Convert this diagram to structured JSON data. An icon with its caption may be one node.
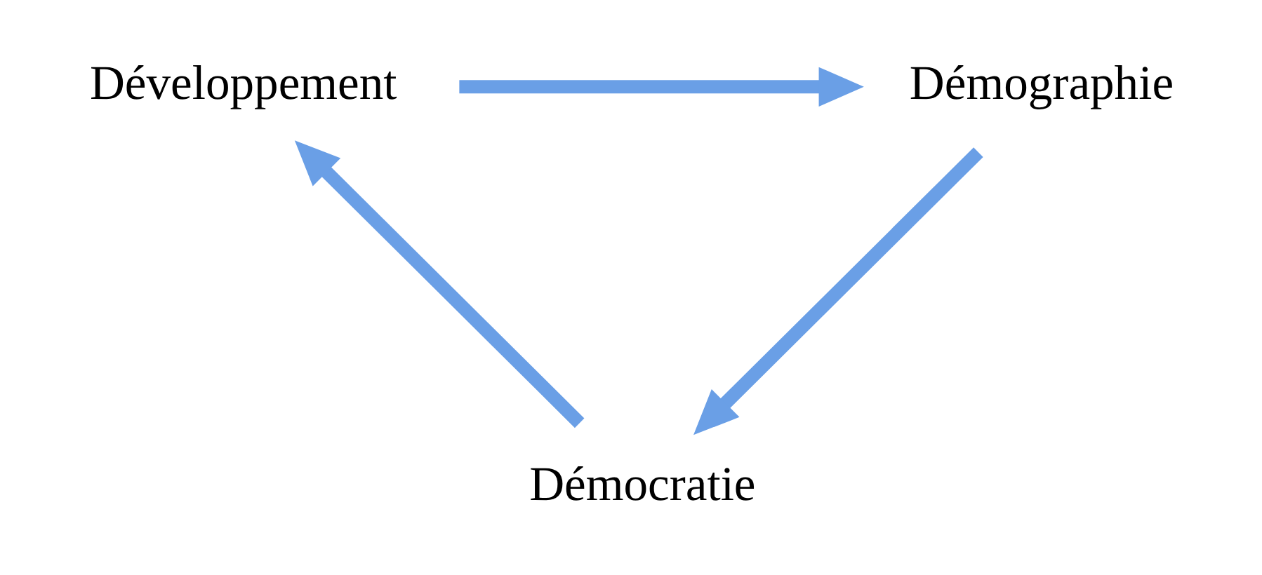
{
  "diagram": {
    "nodes": [
      {
        "text": [
          "Développement"
        ]
      },
      {
        "text": [
          "Démographie"
        ]
      },
      {
        "text": [
          "Démocratie"
        ]
      }
    ],
    "edges": [
      {
        "from": 0,
        "to": 1,
        "arrow": "to"
      },
      {
        "from": 1,
        "to": 2,
        "arrow": "to"
      },
      {
        "from": 2,
        "to": 0,
        "arrow": "to"
      }
    ]
  }
}
